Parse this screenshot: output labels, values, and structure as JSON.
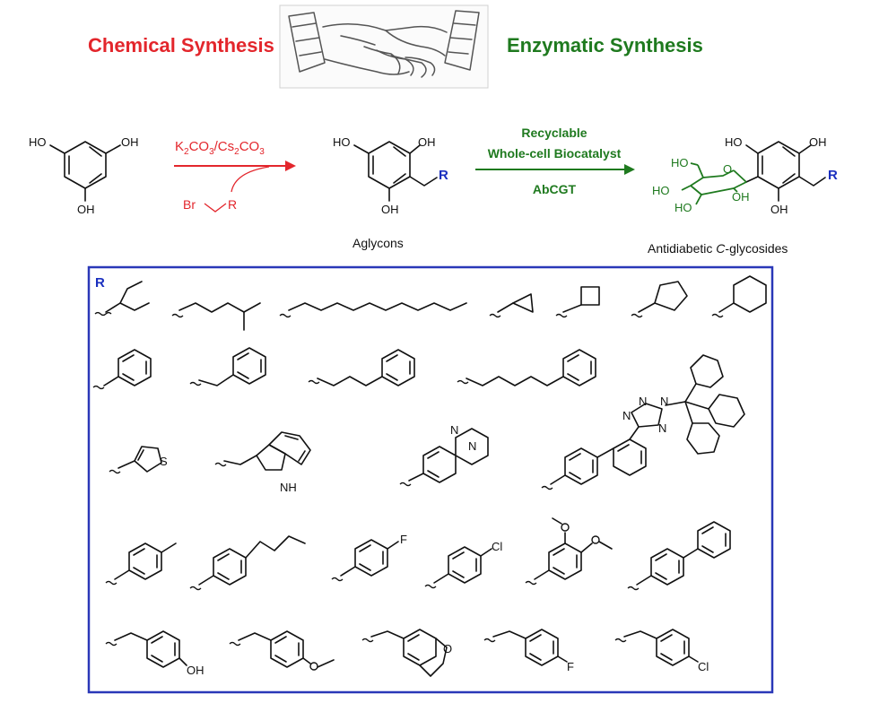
{
  "header": {
    "left_title": "Chemical Synthesis",
    "right_title": "Enzymatic Synthesis",
    "handshake_icon": "handshake-icon"
  },
  "scheme": {
    "step1": {
      "reagent_parts": [
        "K",
        "2",
        "CO",
        "3",
        "/Cs",
        "2",
        "CO",
        "3"
      ],
      "alkyl_halide_br": "Br",
      "alkyl_halide_r": "R",
      "color": "#e3262c"
    },
    "step2": {
      "line1": "Recyclable",
      "line2": "Whole-cell Biocatalyst",
      "enzyme": "AbCGT",
      "color": "#1f7a1f"
    },
    "phloroglucinol_labels": [
      "HO",
      "OH",
      "OH"
    ],
    "aglycon_labels": [
      "HO",
      "OH",
      "OH",
      "R"
    ],
    "aglycon_caption": "Aglycons",
    "product_labels": [
      "HO",
      "OH",
      "OH",
      "R"
    ],
    "sugar_labels": [
      "HO",
      "O",
      "HO",
      "OH",
      "HO"
    ],
    "product_caption_parts": [
      "Antidiabetic ",
      "C",
      "-glycosides"
    ],
    "r_color": "#1a2fbf"
  },
  "substituents": {
    "box_label": "R",
    "border_color": "#2a38b8",
    "heteroatom_labels": {
      "thiophene": "S",
      "indole": "NH",
      "quinoxaline": [
        "N",
        "N"
      ],
      "tetrazole": [
        "N",
        "N",
        "N",
        "N"
      ],
      "fluoro": "F",
      "chloro": "Cl",
      "phenol": "OH",
      "benzyl_fluoro": "F",
      "benzyl_chloro": "Cl",
      "dihydrobenzofuran": "O"
    }
  }
}
